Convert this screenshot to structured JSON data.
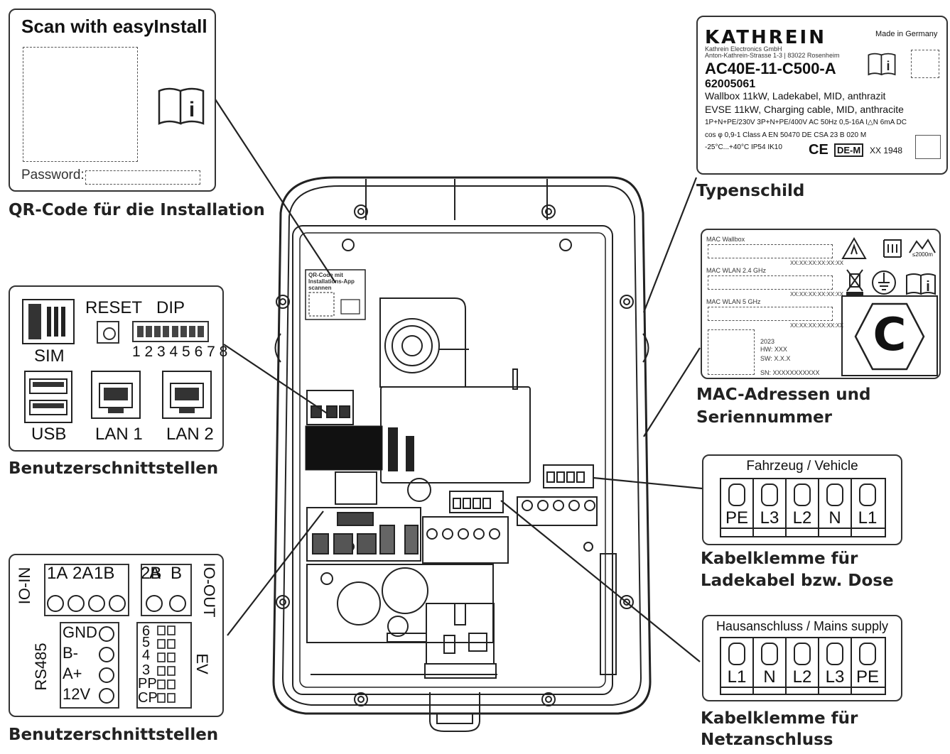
{
  "qr_panel": {
    "title": "Scan with easyInstall",
    "password_label": "Password:",
    "caption": "QR-Code für die Installation"
  },
  "interfaces_panel": {
    "sim": "SIM",
    "reset": "RESET",
    "dip": "DIP",
    "dip_numbers": "1 2 3 4 5 6 7 8",
    "usb": "USB",
    "lan1": "LAN 1",
    "lan2": "LAN 2",
    "caption": "Benutzerschnittstellen"
  },
  "io_panel": {
    "io_in": "IO-IN",
    "io_out": "IO-OUT",
    "in_pins": [
      "1A",
      "2A",
      "1B",
      "2B"
    ],
    "out_pins": [
      "A",
      "B"
    ],
    "rs485": "RS485",
    "rs485_pins": [
      "GND",
      "B-",
      "A+",
      "12V"
    ],
    "ev_pins": [
      "6",
      "5",
      "4",
      "3",
      "PP",
      "CP"
    ],
    "ev": "EV",
    "caption": "Benutzerschnittstellen"
  },
  "type_plate": {
    "brand": "KATHREIN",
    "made_in": "Made in Germany",
    "company": "Kathrein Electronics GmbH",
    "address": "Anton-Kathrein-Strasse 1-3 | 83022 Rosenheim",
    "model": "AC40E-11-C500-A",
    "article": "62005061",
    "desc_de": "Wallbox 11kW, Ladekabel, MID, anthrazit",
    "desc_en": "EVSE 11kW, Charging cable, MID, anthracite",
    "spec1": "1P+N+PE/230V  3P+N+PE/400V  AC  50Hz  0,5-16A  I△N 6mA DC",
    "spec2": "cos φ 0,9-1   Class A  EN 50470   DE CSA 23 B 020 M",
    "spec3": "-25°C...+40°C  IP54  IK10",
    "ce": "CE",
    "dem": "DE-M",
    "year": "XX  1948",
    "caption": "Typenschild"
  },
  "mac_panel": {
    "mac_wallbox": "MAC Wallbox",
    "mac_wlan24": "MAC WLAN 2.4 GHz",
    "mac_wlan5": "MAC WLAN 5 GHz",
    "mac_value": "XX:XX:XX:XX:XX:XX",
    "year": "2023",
    "hw": "HW: XXX",
    "sw": "SW: X.X.X",
    "sn": "SN: XXXXXXXXXXX",
    "altitude": "≤2000m",
    "class_letter": "C",
    "caption_line1": "MAC-Adressen und",
    "caption_line2": "Seriennummer"
  },
  "vehicle_terminal": {
    "title": "Fahrzeug / Vehicle",
    "pins": [
      "PE",
      "L3",
      "L2",
      "N",
      "L1"
    ],
    "caption_line1": "Kabelklemme für",
    "caption_line2": "Ladekabel bzw. Dose"
  },
  "mains_terminal": {
    "title": "Hausanschluss / Mains supply",
    "pins": [
      "L1",
      "N",
      "L2",
      "L3",
      "PE"
    ],
    "caption_line1": "Kabelklemme für",
    "caption_line2": "Netzanschluss"
  },
  "device": {
    "qr_sticker_text": "QR-Code mit Installations-App scannen"
  }
}
